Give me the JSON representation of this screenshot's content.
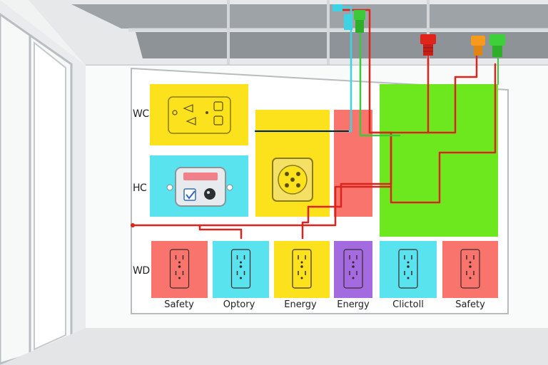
{
  "row_labels": {
    "wc": "WC",
    "hc": "HC",
    "wd": "WD"
  },
  "captions": [
    "Safety",
    "Optory",
    "Energy",
    "Energy",
    "Clictoll",
    "Safety"
  ],
  "colors": {
    "yellow": "#fbe21d",
    "cyan": "#58e3ee",
    "salmon": "#f9746c",
    "green": "#6ee81e",
    "purple": "#a46ae0",
    "wire_red": "#d9251d",
    "wire_green": "#3ec93a",
    "wire_cyan": "#3ed3e3",
    "plug_orange": "#f59a1c"
  },
  "icons": {
    "outlet": "duplex-outlet-icon",
    "switch": "switch-icon",
    "check": "checkbox-icon",
    "plug": "plug-icon"
  }
}
